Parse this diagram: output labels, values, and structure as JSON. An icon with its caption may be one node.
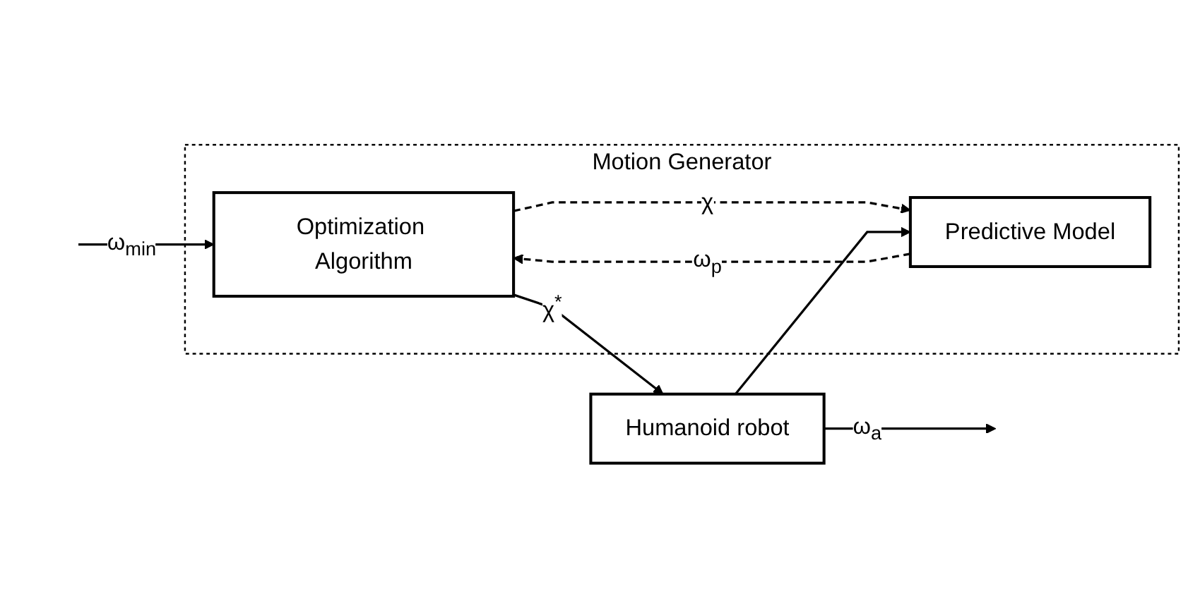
{
  "diagram": {
    "nodes": [
      {
        "text": [
          "Motion Generator"
        ]
      },
      {
        "text": [
          "Optimization Algorithm"
        ],
        "in": 0
      },
      {
        "text": [
          "Predictive Model"
        ],
        "in": 0
      },
      {
        "text": [
          "Humanoid robot"
        ]
      }
    ],
    "edges": [
      {
        "from": null,
        "to": 1,
        "arrow": "to",
        "label": "ω$_{min}$"
      },
      {
        "from": 1,
        "to": 2,
        "arrow": "to",
        "label": "χ",
        "style": "dashed"
      },
      {
        "from": 2,
        "to": 1,
        "arrow": "to",
        "label": "ω$_{p}$",
        "style": "dashed"
      },
      {
        "from": 1,
        "to": 3,
        "arrow": "to",
        "label": "χ$^{*}$"
      },
      {
        "from": 3,
        "to": null,
        "arrow": "to",
        "label": "ω$_{a}$"
      },
      {
        "from": 3,
        "to": 2,
        "arrow": "to"
      }
    ]
  }
}
